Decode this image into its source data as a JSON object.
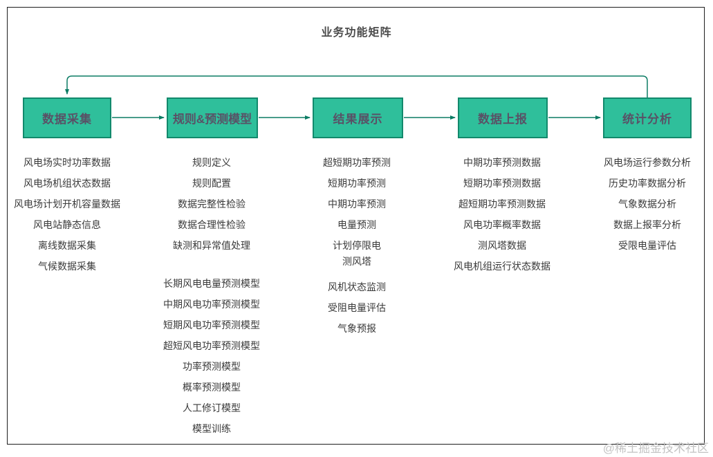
{
  "title": "业务功能矩阵",
  "watermark": "@稀土掘金技术社区",
  "colors": {
    "box_fill": "#2fbf9b",
    "box_border": "#12896c",
    "line": "#0b7c64",
    "header_text": "#595166",
    "item_text": "#3a3a3a",
    "title_text": "#4c4c4c",
    "watermark_text": "#c3c3c3",
    "frame": "#1c1c1c"
  },
  "columns": [
    {
      "header": "数据采集",
      "items": [
        "风电场实时功率数据",
        "风电场机组状态数据",
        "风电场计划开机容量数据",
        "风电站静态信息",
        "离线数据采集",
        "气候数据采集"
      ]
    },
    {
      "header": "规则&预测模型",
      "items": [
        "规则定义",
        "规则配置",
        "数据完整性检验",
        "数据合理性检验",
        "缺测和异常值处理",
        "长期风电电量预测模型",
        "中期风电功率预测模型",
        "短期风电功率预测模型",
        "超短风电功率预测模型",
        "功率预测模型",
        "概率预测模型",
        "人工修订模型",
        "模型训练"
      ]
    },
    {
      "header": "结果展示",
      "items": [
        "超短期功率预测",
        "短期功率预测",
        "中期功率预测",
        "电量预测",
        "计划停限电",
        "测风塔",
        "风机状态监测",
        "受阻电量评估",
        "气象预报"
      ]
    },
    {
      "header": "数据上报",
      "items": [
        "中期功率预测数据",
        "短期功率预测数据",
        "超短期功率预测数据",
        "风电功率概率数据",
        "测风塔数据",
        "风电机组运行状态数据"
      ]
    },
    {
      "header": "统计分析",
      "items": [
        "风电场运行参数分析",
        "历史功率数据分析",
        "气象数据分析",
        "数据上报率分析",
        "受限电量评估"
      ]
    }
  ]
}
